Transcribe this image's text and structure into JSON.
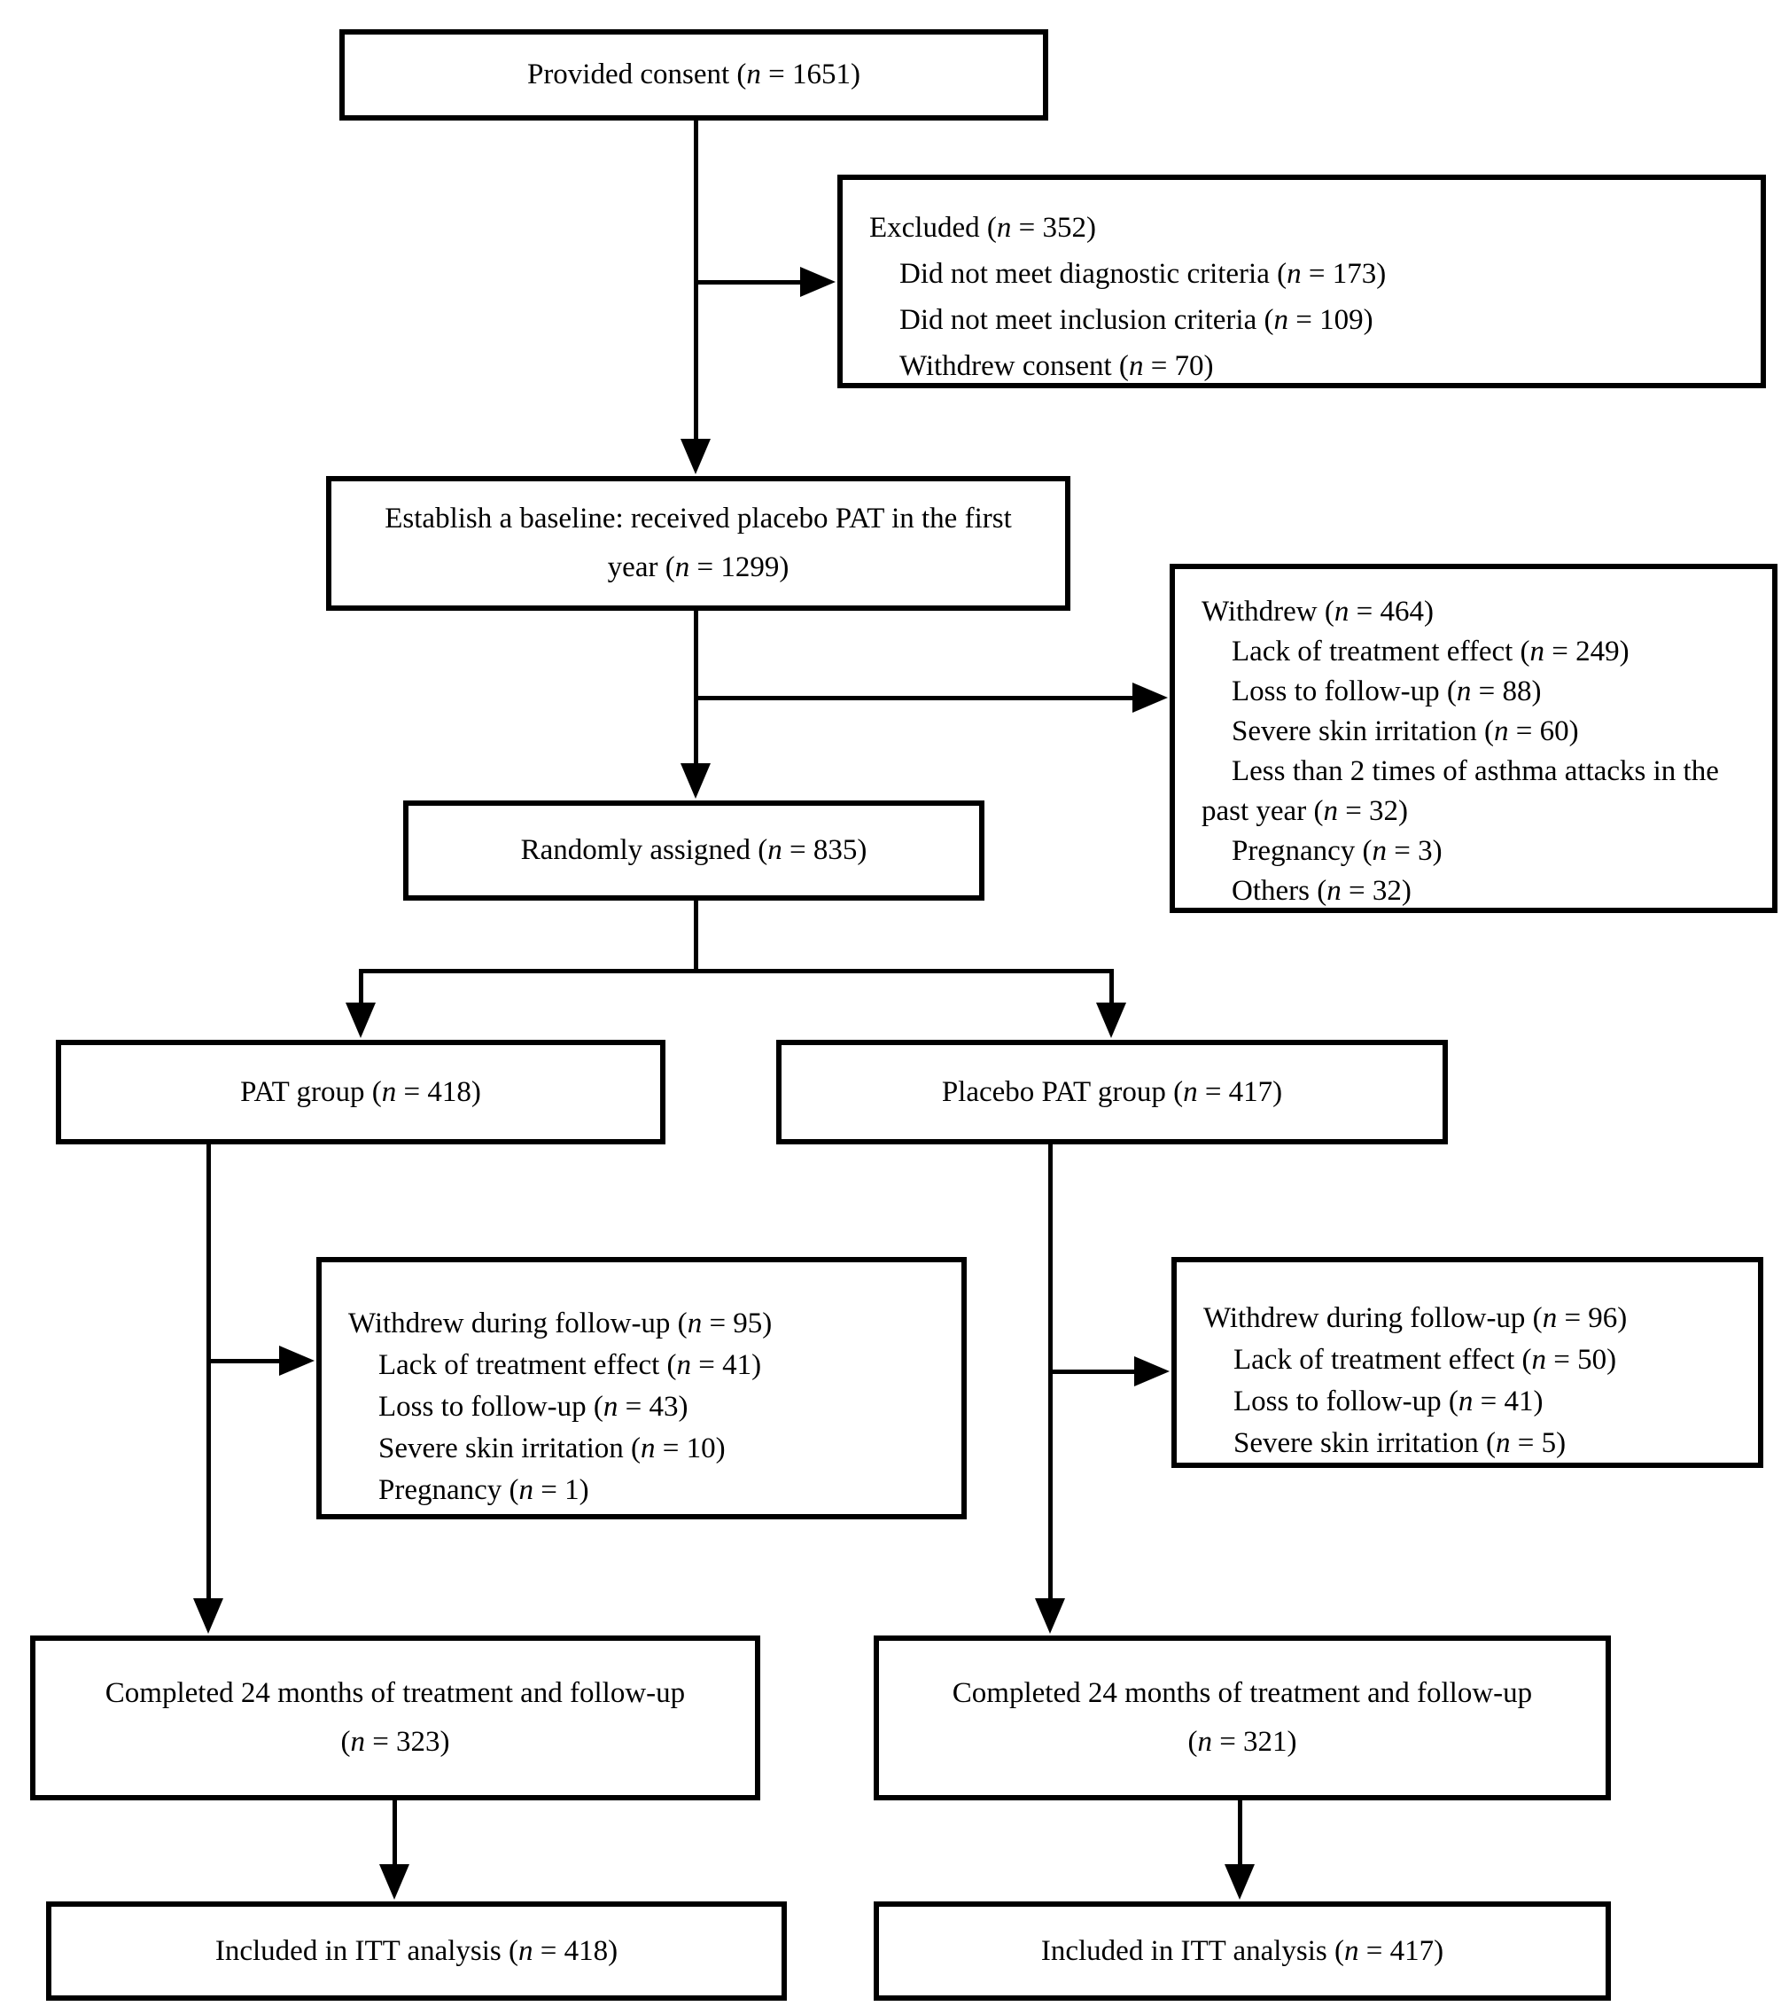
{
  "figure": {
    "type": "consort-flow-diagram",
    "boxes": {
      "provided_consent": {
        "lines": [
          {
            "text": "Provided consent (n = 1651)",
            "indent": 0
          }
        ]
      },
      "excluded": {
        "lines": [
          {
            "text": "Excluded (n = 352)",
            "indent": 0
          },
          {
            "text": "Did not meet diagnostic criteria (n = 173)",
            "indent": 1
          },
          {
            "text": "Did not meet inclusion criteria (n = 109)",
            "indent": 1
          },
          {
            "text": "Withdrew consent (n = 70)",
            "indent": 1
          }
        ]
      },
      "baseline": {
        "lines": [
          {
            "text": "Establish a baseline: received placebo PAT in the first",
            "indent": 0
          },
          {
            "text": "year (n = 1299)",
            "indent": 0
          }
        ]
      },
      "withdrew_baseline": {
        "lines": [
          {
            "text": "Withdrew (n = 464)",
            "indent": 0
          },
          {
            "text": "Lack of treatment effect (n = 249)",
            "indent": 1
          },
          {
            "text": "Loss to follow-up (n = 88)",
            "indent": 1
          },
          {
            "text": "Severe skin irritation (n = 60)",
            "indent": 1
          },
          {
            "text": "Less than 2 times of asthma attacks in the",
            "indent": 1
          },
          {
            "text": "past year (n = 32)",
            "indent": 0
          },
          {
            "text": "Pregnancy (n = 3)",
            "indent": 1
          },
          {
            "text": "Others (n = 32)",
            "indent": 1
          }
        ]
      },
      "randomly_assigned": {
        "lines": [
          {
            "text": "Randomly assigned (n = 835)",
            "indent": 0
          }
        ]
      },
      "pat_group": {
        "lines": [
          {
            "text": "PAT group (n = 418)",
            "indent": 0
          }
        ]
      },
      "placebo_pat_group": {
        "lines": [
          {
            "text": "Placebo PAT group (n = 417)",
            "indent": 0
          }
        ]
      },
      "withdrew_followup_pat": {
        "lines": [
          {
            "text": "Withdrew during follow-up (n = 95)",
            "indent": 0
          },
          {
            "text": "Lack of treatment effect (n = 41)",
            "indent": 1
          },
          {
            "text": "Loss to follow-up (n = 43)",
            "indent": 1
          },
          {
            "text": "Severe skin irritation (n = 10)",
            "indent": 1
          },
          {
            "text": "Pregnancy (n = 1)",
            "indent": 1
          }
        ]
      },
      "withdrew_followup_placebo": {
        "lines": [
          {
            "text": "Withdrew during follow-up (n = 96)",
            "indent": 0
          },
          {
            "text": "Lack of treatment effect (n = 50)",
            "indent": 1
          },
          {
            "text": "Loss to follow-up (n = 41)",
            "indent": 1
          },
          {
            "text": "Severe skin irritation (n = 5)",
            "indent": 1
          }
        ]
      },
      "completed_pat": {
        "lines": [
          {
            "text": "Completed 24 months of treatment and follow-up",
            "indent": 0
          },
          {
            "text": "(n = 323)",
            "indent": 0
          }
        ]
      },
      "completed_placebo": {
        "lines": [
          {
            "text": "Completed 24 months of treatment and follow-up",
            "indent": 0
          },
          {
            "text": "(n = 321)",
            "indent": 0
          }
        ]
      },
      "itt_pat": {
        "lines": [
          {
            "text": "Included in ITT analysis (n = 418)",
            "indent": 0
          }
        ]
      },
      "itt_placebo": {
        "lines": [
          {
            "text": "Included in ITT analysis (n = 417)",
            "indent": 0
          }
        ]
      }
    },
    "colors": {
      "line": "#000000",
      "background": "#ffffff"
    }
  }
}
